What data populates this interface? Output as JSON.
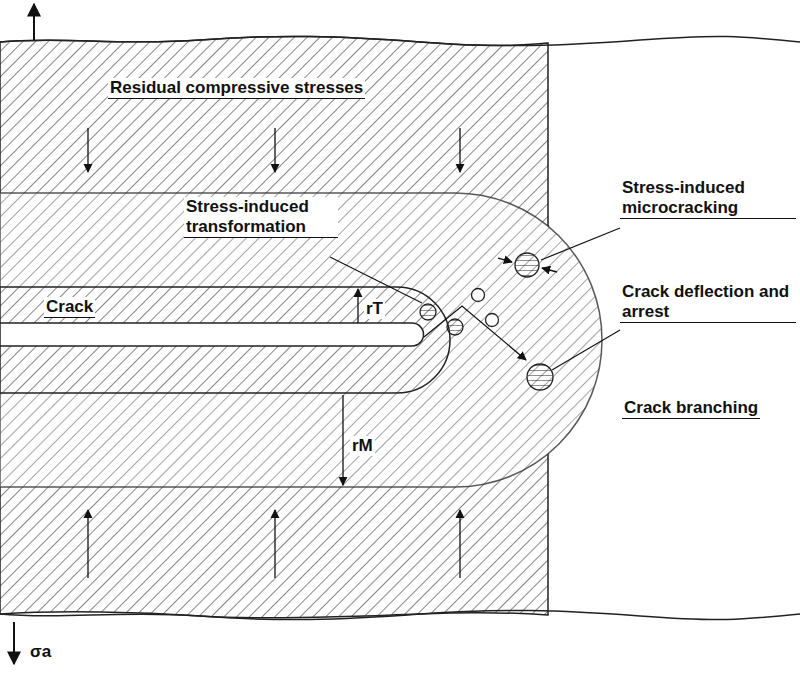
{
  "diagram": {
    "labels": [
      "Residual compressive stresses",
      "Stress-induced transformation",
      "Crack",
      "rT",
      "rM",
      "Stress-induced microcracking",
      "Crack deflection and arrest",
      "Crack branching",
      "σa"
    ]
  }
}
